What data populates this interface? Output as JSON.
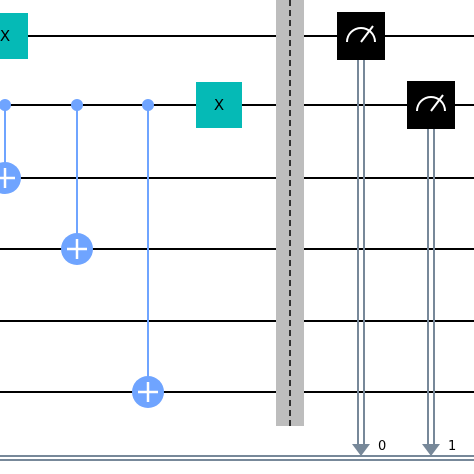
{
  "circuit": {
    "colors": {
      "wire": "#000000",
      "control": "#6fa4ff",
      "x_gate": "#05bab6",
      "measure_gate": "#000000",
      "barrier_fill": "#bdbdbd",
      "barrier_line": "#000000",
      "classical_line": "#778899"
    },
    "x_gate_label": "X",
    "qubit_wires": 6,
    "gates": [
      {
        "type": "x",
        "qubit": 0,
        "step": 0
      },
      {
        "type": "cx",
        "control": 1,
        "target": 2,
        "step": 0
      },
      {
        "type": "cx",
        "control": 1,
        "target": 3,
        "step": 1
      },
      {
        "type": "cx",
        "control": 1,
        "target": 5,
        "step": 2
      },
      {
        "type": "x",
        "qubit": 1,
        "step": 3
      },
      {
        "type": "barrier"
      },
      {
        "type": "measure",
        "qubit": 0,
        "clbit": "0"
      },
      {
        "type": "measure",
        "qubit": 1,
        "clbit": "1"
      }
    ],
    "clbit_labels": [
      "0",
      "1"
    ]
  }
}
